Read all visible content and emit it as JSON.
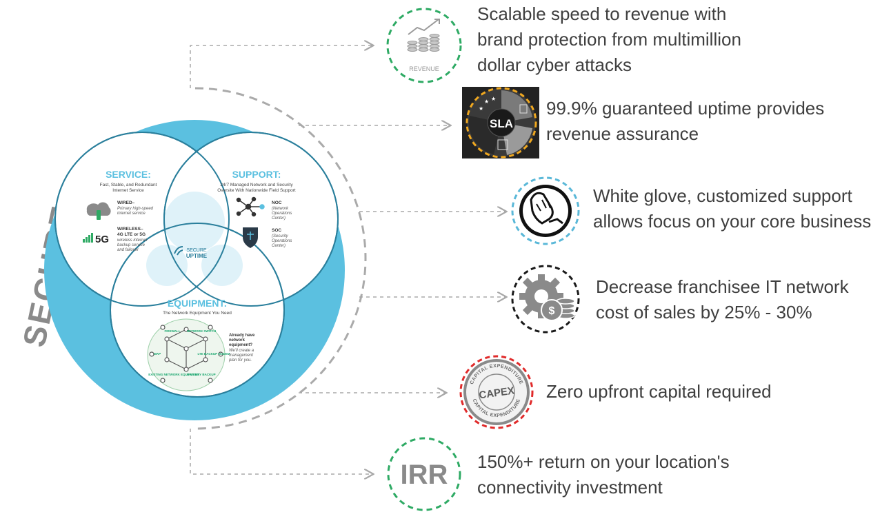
{
  "main_title": "SECURE UPTIME",
  "venn": {
    "service": {
      "title": "SERVICE:",
      "subtitle_lines": [
        "Fast, Stable, and Redundant",
        "Internet Service"
      ],
      "items": [
        {
          "label": "WIRED–",
          "desc_lines": [
            "Primary high-speed",
            "internet service"
          ]
        },
        {
          "label": "WIRELESS–",
          "sublabel": "4G LTE or 5G",
          "desc_lines": [
            "wireless internet",
            "backup service",
            "and failover"
          ],
          "badge": "5G"
        }
      ]
    },
    "support": {
      "title": "SUPPORT:",
      "subtitle_lines": [
        "24/7 Managed Network and Security",
        "Oversite With Nationwide Field Support"
      ],
      "items": [
        {
          "label": "NOC",
          "desc_lines": [
            "(Network",
            "Operations",
            "Center)"
          ]
        },
        {
          "label": "SOC",
          "desc_lines": [
            "(Security",
            "Operations",
            "Center)"
          ]
        }
      ]
    },
    "equipment": {
      "title": "EQUIPMENT:",
      "subtitle": "The Network Equipment You Need",
      "nodes": [
        "FIREWALL",
        "NETWORK SWITCH",
        "WAP",
        "LTE BACKUP MODEM",
        "EXISTING NETWORK EQUIPMENT",
        "BATTERY BACKUP"
      ],
      "note_bold_lines": [
        "Already have",
        "network",
        "equipment?"
      ],
      "note_italic_lines": [
        "We'll create a",
        "management",
        "plan for you."
      ]
    },
    "center_logo": {
      "line1": "SECURE",
      "line2": "UPTIME"
    }
  },
  "benefits": [
    {
      "icon": "revenue-icon",
      "icon_label": "REVENUE",
      "ring_color": "#2eaa64",
      "lines": [
        "Scalable speed to revenue with",
        "brand protection from multimillion",
        "dollar cyber attacks"
      ]
    },
    {
      "icon": "sla-icon",
      "icon_label": "SLA",
      "ring_color": "#f0a820",
      "lines": [
        "99.9% guaranteed uptime provides",
        "revenue assurance"
      ]
    },
    {
      "icon": "support-hands-icon",
      "ring_color": "#5ab8d8",
      "lines": [
        "White glove, customized support",
        "allows focus on your core business"
      ]
    },
    {
      "icon": "cost-gear-icon",
      "ring_color": "#1a1a1a",
      "lines": [
        "Decrease franchisee IT network",
        "cost of sales by 25% - 30%"
      ]
    },
    {
      "icon": "capex-stamp-icon",
      "icon_label": "CAPEX",
      "stamp_text": "CAPITAL EXPENDITURE",
      "ring_color": "#e02a2a",
      "lines": [
        "Zero upfront capital required"
      ]
    },
    {
      "icon": "irr-icon",
      "icon_label": "IRR",
      "ring_color": "#2eaa64",
      "lines": [
        "150%+ return on your location's",
        "connectivity investment"
      ]
    }
  ],
  "colors": {
    "venn_blue": "#5bc0e0",
    "venn_dark": "#2a7f9c",
    "title_gray": "#8a8a8a",
    "text": "#3f3f3f",
    "connector": "#a8a8a8",
    "equipment_green": "#1aa66e"
  }
}
